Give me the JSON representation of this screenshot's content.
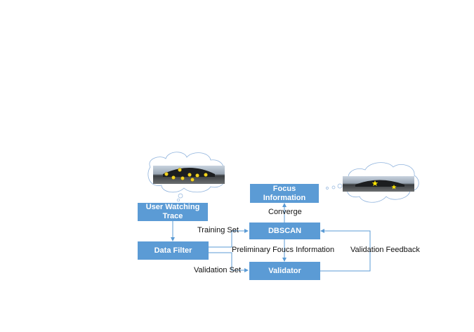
{
  "nodes": {
    "focus_information": "Focus Information",
    "user_watching_trace": "User Watching Trace",
    "dbscan": "DBSCAN",
    "data_filter": "Data Filter",
    "validator": "Validator"
  },
  "edge_labels": {
    "converge": "Converge",
    "training_set": "Training Set",
    "preliminary": "Preliminary Foucs Information",
    "validation_feedback": "Validation Feedback",
    "validation_set": "Validation Set"
  },
  "colors": {
    "box_fill": "#5b9bd5",
    "box_text": "#ffffff",
    "arrow": "#5b9bd5",
    "thought_cloud": "#8fb3dd",
    "marker_face": "#f2d21f",
    "marker_star": "#ffe600"
  },
  "icons": {
    "left_thought": "thought-cloud-with-panorama-and-face-markers",
    "right_thought": "thought-cloud-with-panorama-and-star-markers"
  }
}
